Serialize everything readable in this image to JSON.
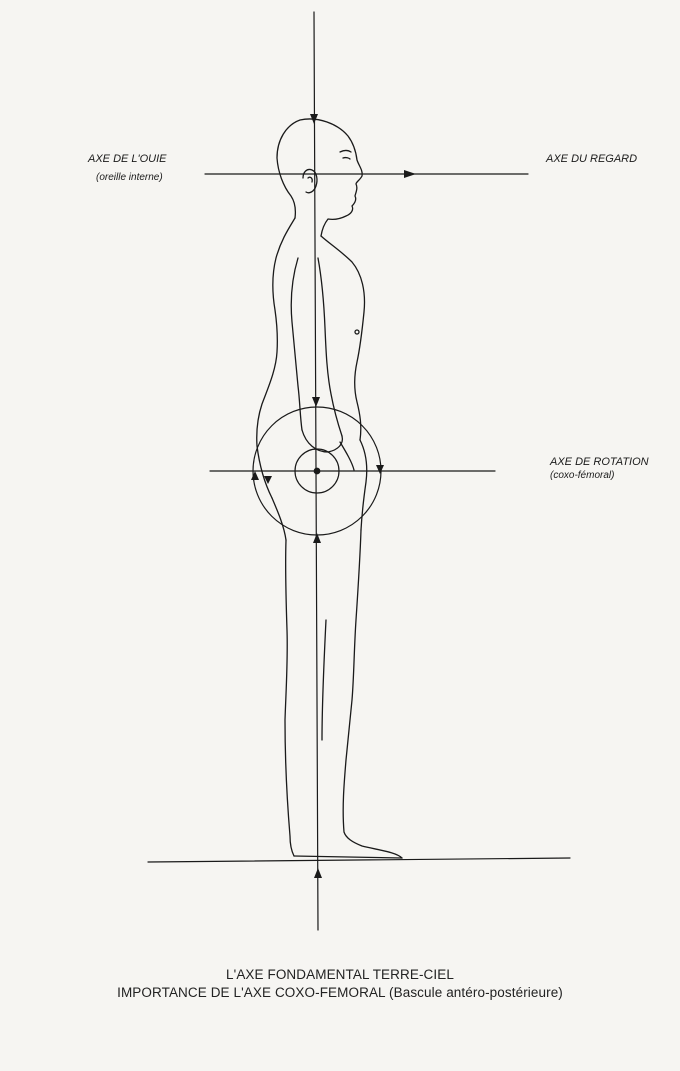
{
  "labels": {
    "ear_axis": "AXE DE L'OUIE",
    "ear_axis_sub": "(oreille interne)",
    "gaze_axis": "AXE DU REGARD",
    "rotation_axis": "AXE DE ROTATION",
    "rotation_axis_sub": "(coxo-fémoral)"
  },
  "caption": {
    "line1": "L'AXE FONDAMENTAL TERRE-CIEL",
    "line2": "IMPORTANCE DE L'AXE COXO-FEMORAL (Bascule antéro-postérieure)"
  }
}
